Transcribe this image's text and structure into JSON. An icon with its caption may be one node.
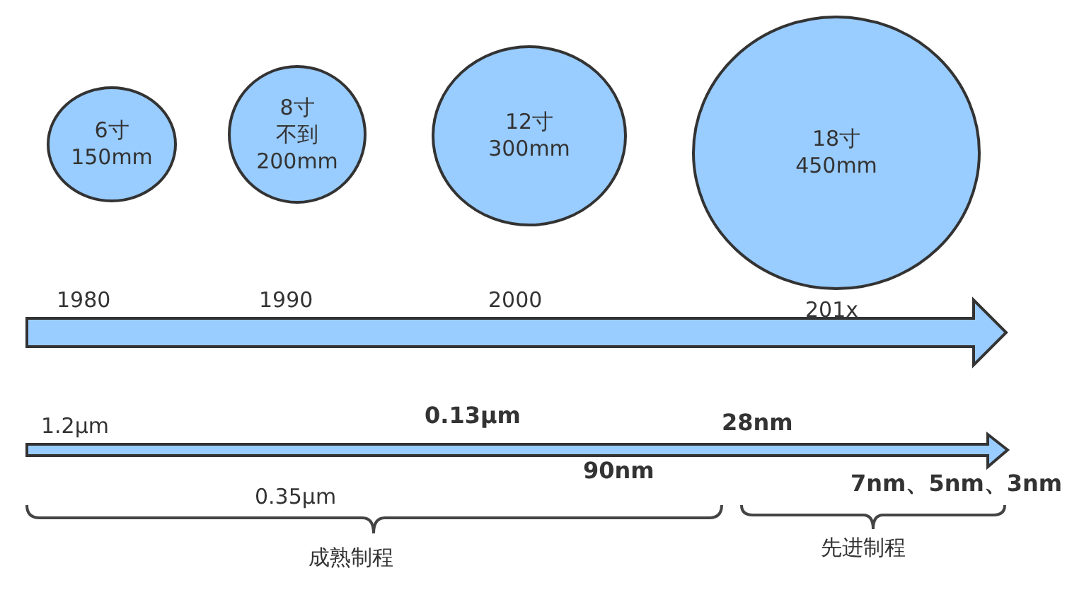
{
  "diagram": {
    "nodes": [
      {
        "text": [
          "6寸",
          "150mm"
        ]
      },
      {
        "text": [
          "8寸",
          "不到",
          "200mm"
        ]
      },
      {
        "text": [
          "12寸",
          "300mm"
        ]
      },
      {
        "text": [
          "18寸",
          "450mm"
        ]
      }
    ],
    "edges": [],
    "labels": [
      "1980",
      "1990",
      "2000",
      "201x",
      "1.2μm",
      "0.13μm",
      "28nm",
      "90nm",
      "0.35μm",
      "7nm、5nm、3nm",
      "成熟制程",
      "先进制程"
    ]
  }
}
